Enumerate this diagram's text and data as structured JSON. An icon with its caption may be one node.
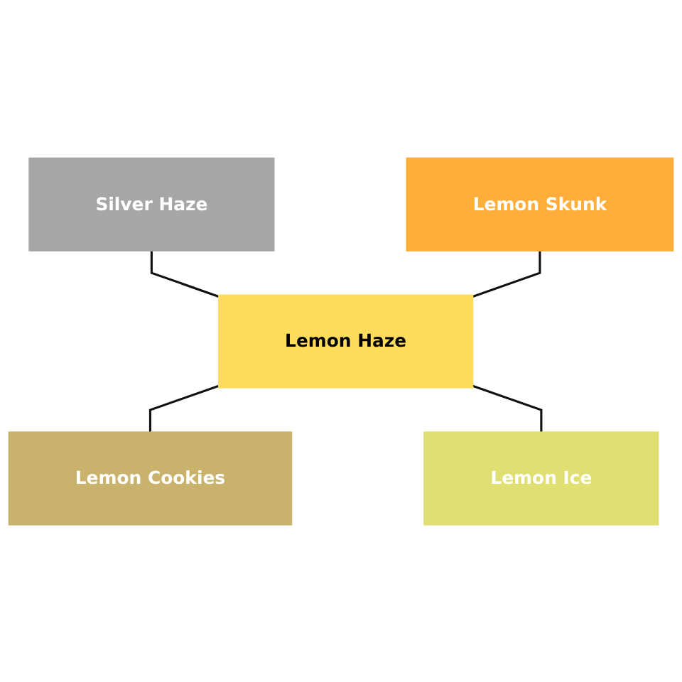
{
  "diagram": {
    "nodes": [
      {
        "text": [
          "Silver Haze"
        ]
      },
      {
        "text": [
          "Lemon Skunk"
        ]
      },
      {
        "text": [
          "Lemon Haze"
        ]
      },
      {
        "text": [
          "Lemon Cookies"
        ]
      },
      {
        "text": [
          "Lemon Ice"
        ]
      }
    ],
    "edges": [
      {
        "from": 0,
        "to": 2,
        "arrow": "none"
      },
      {
        "from": 1,
        "to": 2,
        "arrow": "none"
      },
      {
        "from": 2,
        "to": 3,
        "arrow": "none"
      },
      {
        "from": 2,
        "to": 4,
        "arrow": "none"
      }
    ]
  }
}
